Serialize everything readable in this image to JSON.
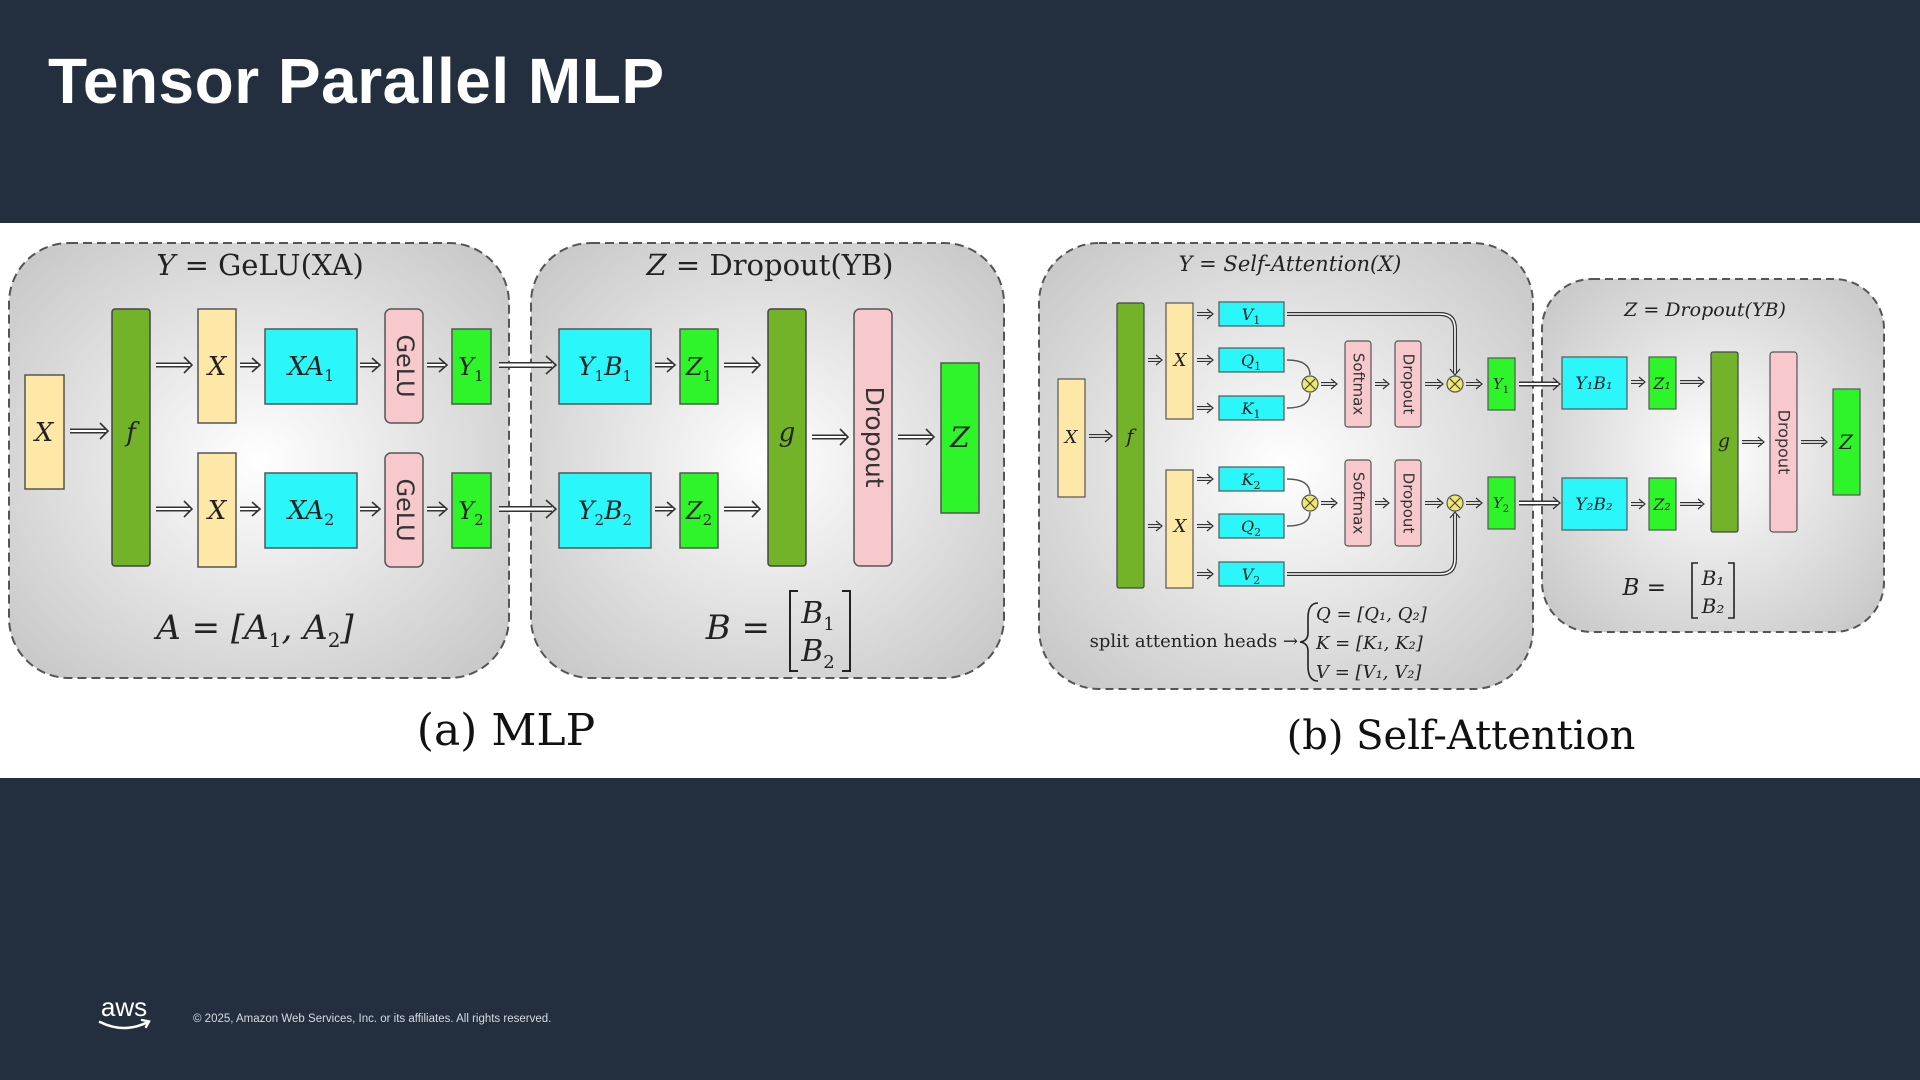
{
  "slide": {
    "title": "Tensor Parallel MLP",
    "copyright": "© 2025, Amazon Web Services, Inc. or its affiliates. All rights reserved.",
    "logo_text": "aws"
  },
  "colors": {
    "background": "#232f3e",
    "yellow_box": "#fde8a8",
    "green_dark": "#73b32a",
    "cyan_box": "#2bf7fb",
    "pink_box": "#f7c9cc",
    "green_bright": "#2ef52a",
    "node_circle": "#f0e86a"
  },
  "mlp": {
    "caption": "(a) MLP",
    "panel1": {
      "eq_lhs": "Y",
      "eq_op": "=",
      "eq_rhs": "GeLU(XA)",
      "x_input": "X",
      "f_label": "f",
      "x_top": "X",
      "xa_top": "XA",
      "xa_top_sub": "1",
      "gelu_top": "GeLU",
      "y_top": "Y",
      "y_top_sub": "1",
      "x_bottom": "X",
      "xa_bottom": "XA",
      "xa_bottom_sub": "2",
      "gelu_bottom": "GeLU",
      "y_bottom": "Y",
      "y_bottom_sub": "2",
      "a_def": "A = [A",
      "a_def_sub1": "1",
      "a_def_mid": ", A",
      "a_def_sub2": "2",
      "a_def_end": "]"
    },
    "panel2": {
      "eq_lhs": "Z",
      "eq_op": "=",
      "eq_rhs": "Dropout(YB)",
      "yb_top": "Y",
      "yb_top_s1": "1",
      "yb_top_b": "B",
      "yb_top_s2": "1",
      "z_top": "Z",
      "z_top_sub": "1",
      "yb_bottom": "Y",
      "yb_bottom_s1": "2",
      "yb_bottom_b": "B",
      "yb_bottom_s2": "2",
      "z_bottom": "Z",
      "z_bottom_sub": "2",
      "g_label": "g",
      "dropout": "Dropout",
      "z_out": "Z",
      "b_lhs": "B =",
      "b1": "B",
      "b1_sub": "1",
      "b2": "B",
      "b2_sub": "2"
    }
  },
  "attn": {
    "caption": "(b) Self-Attention",
    "panel1": {
      "eq": "Y = Self-Attention(X)",
      "x_input": "X",
      "f_label": "f",
      "x_top": "X",
      "x_bottom": "X",
      "v1": "V",
      "v1_sub": "1",
      "q1": "Q",
      "q1_sub": "1",
      "k1": "K",
      "k1_sub": "1",
      "k2": "K",
      "k2_sub": "2",
      "q2": "Q",
      "q2_sub": "2",
      "v2": "V",
      "v2_sub": "2",
      "softmax": "Softmax",
      "dropout": "Dropout",
      "y1": "Y",
      "y1_sub": "1",
      "y2": "Y",
      "y2_sub": "2",
      "split_label": "split attention heads →",
      "q_def": "Q = [Q₁, Q₂]",
      "k_def": "K = [K₁, K₂]",
      "v_def": "V = [V₁, V₂]"
    },
    "panel2": {
      "eq": "Z = Dropout(YB)",
      "yb1": "Y₁B₁",
      "z1": "Z₁",
      "yb2": "Y₂B₂",
      "z2": "Z₂",
      "g_label": "g",
      "dropout": "Dropout",
      "z_out": "Z",
      "b_lhs": "B =",
      "b1": "B₁",
      "b2": "B₂"
    }
  }
}
